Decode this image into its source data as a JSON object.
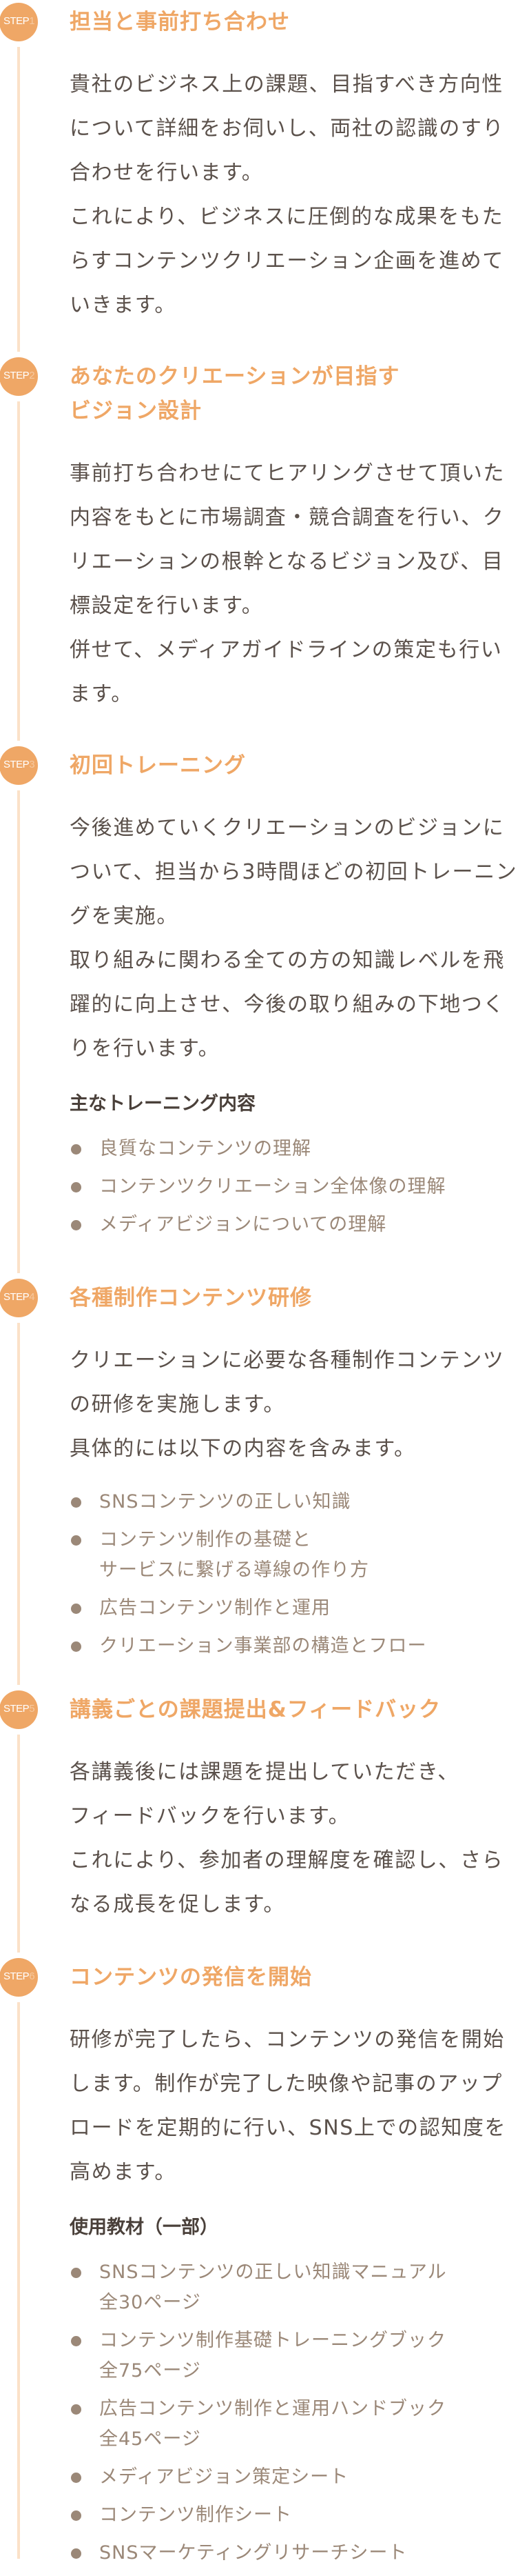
{
  "colors": {
    "accent": "#efa766",
    "line": "#fbe1c8",
    "text": "#5b514b",
    "bullet": "#9b8878"
  },
  "steps": [
    {
      "badge": "STEP",
      "num": "1",
      "title": [
        "担当と事前打ち合わせ"
      ],
      "body": [
        "貴社のビジネス上の課題、目指すべき方向性",
        "について詳細をお伺いし、両社の認識のすり",
        "合わせを行います。",
        "これにより、ビジネスに圧倒的な成果をもた",
        "らすコンテンツクリエーション企画を進めて",
        "いきます。"
      ]
    },
    {
      "badge": "STEP",
      "num": "2",
      "title": [
        "あなたのクリエーションが目指す",
        "ビジョン設計"
      ],
      "body": [
        "事前打ち合わせにてヒアリングさせて頂いた",
        "内容をもとに市場調査・競合調査を行い、ク",
        "リエーションの根幹となるビジョン及び、目",
        "標設定を行います。",
        "併せて、メディアガイドラインの策定も行い",
        "ます。"
      ]
    },
    {
      "badge": "STEP",
      "num": "3",
      "title": [
        "初回トレーニング"
      ],
      "body": [
        "今後進めていくクリエーションのビジョンに",
        "ついて、担当から3時間ほどの初回トレーニン",
        "グを実施。",
        "取り組みに関わる全ての方の知識レベルを飛",
        "躍的に向上させ、今後の取り組みの下地つく",
        "りを行います。"
      ],
      "subheading": "主なトレーニング内容",
      "items": [
        [
          "良質なコンテンツの理解"
        ],
        [
          "コンテンツクリエーション全体像の理解"
        ],
        [
          "メディアビジョンについての理解"
        ]
      ]
    },
    {
      "badge": "STEP",
      "num": "4",
      "title": [
        "各種制作コンテンツ研修"
      ],
      "body": [
        "クリエーションに必要な各種制作コンテンツ",
        "の研修を実施します。",
        "具体的には以下の内容を含みます。"
      ],
      "items": [
        [
          "SNSコンテンツの正しい知識"
        ],
        [
          "コンテンツ制作の基礎と",
          "サービスに繋げる導線の作り方"
        ],
        [
          "広告コンテンツ制作と運用"
        ],
        [
          "クリエーション事業部の構造とフロー"
        ]
      ]
    },
    {
      "badge": "STEP",
      "num": "5",
      "title": [
        "講義ごとの課題提出&フィードバック"
      ],
      "body": [
        "各講義後には課題を提出していただき、",
        "フィードバックを行います。",
        "これにより、参加者の理解度を確認し、さら",
        "なる成長を促します。"
      ]
    },
    {
      "badge": "STEP",
      "num": "6",
      "title": [
        "コンテンツの発信を開始"
      ],
      "body": [
        "研修が完了したら、コンテンツの発信を開始",
        "します。制作が完了した映像や記事のアップ",
        "ロードを定期的に行い、SNS上での認知度を",
        "高めます。"
      ],
      "subheading": "使用教材（一部）",
      "items": [
        [
          "SNSコンテンツの正しい知識マニュアル",
          "全30ページ"
        ],
        [
          "コンテンツ制作基礎トレーニングブック",
          "全75ページ"
        ],
        [
          "広告コンテンツ制作と運用ハンドブック",
          "全45ページ"
        ],
        [
          "メディアビジョン策定シート"
        ],
        [
          "コンテンツ制作シート"
        ],
        [
          "SNSマーケティングリサーチシート"
        ]
      ]
    }
  ]
}
